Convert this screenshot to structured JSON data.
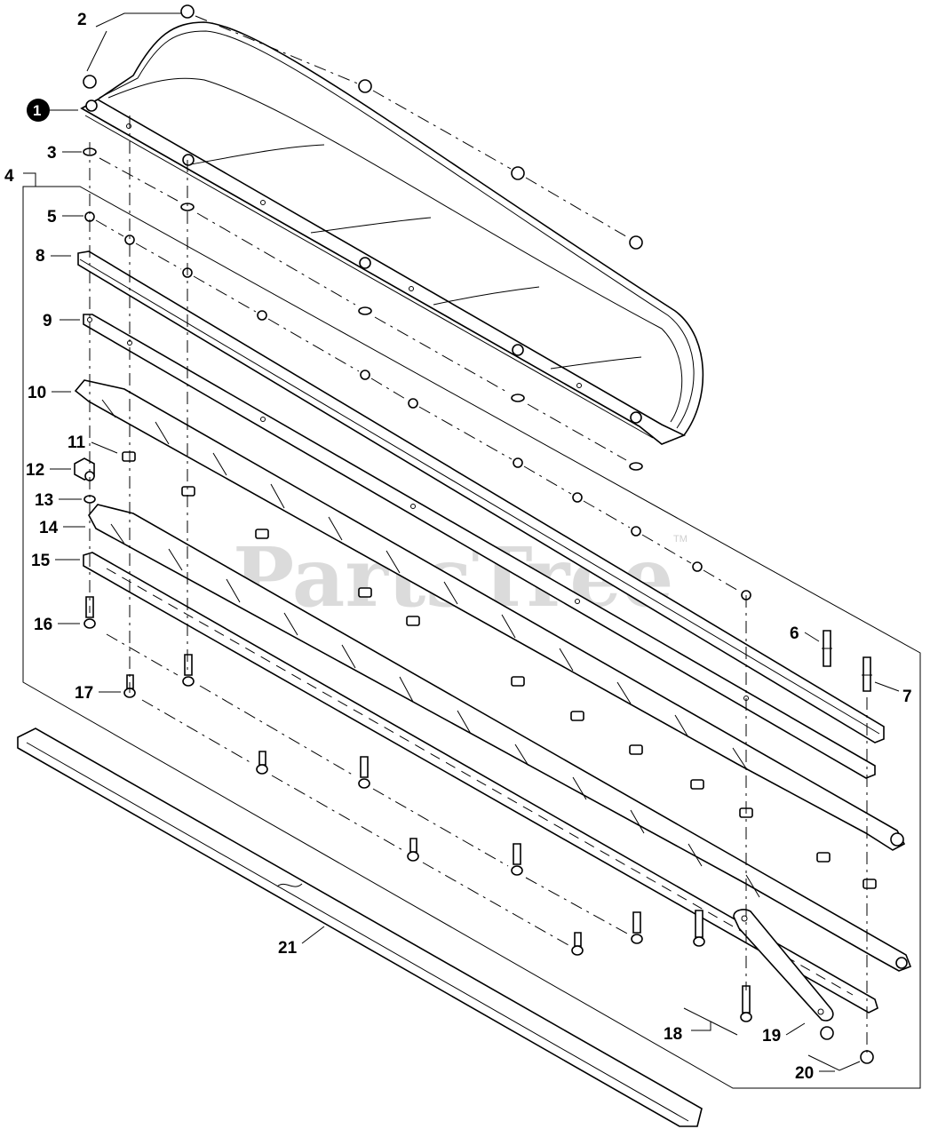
{
  "watermark": {
    "brand": "PartsTree",
    "trademark": "TM"
  },
  "callouts": [
    {
      "id": "c1",
      "label": "1"
    },
    {
      "id": "c2",
      "label": "2"
    },
    {
      "id": "c3",
      "label": "3"
    },
    {
      "id": "c4",
      "label": "4"
    },
    {
      "id": "c5",
      "label": "5"
    },
    {
      "id": "c6",
      "label": "6"
    },
    {
      "id": "c7",
      "label": "7"
    },
    {
      "id": "c8",
      "label": "8"
    },
    {
      "id": "c9",
      "label": "9"
    },
    {
      "id": "c10",
      "label": "10"
    },
    {
      "id": "c11",
      "label": "11"
    },
    {
      "id": "c12",
      "label": "12"
    },
    {
      "id": "c13",
      "label": "13"
    },
    {
      "id": "c14",
      "label": "14"
    },
    {
      "id": "c15",
      "label": "15"
    },
    {
      "id": "c16",
      "label": "16"
    },
    {
      "id": "c17",
      "label": "17"
    },
    {
      "id": "c18",
      "label": "18"
    },
    {
      "id": "c19",
      "label": "19"
    },
    {
      "id": "c20",
      "label": "20"
    },
    {
      "id": "c21",
      "label": "21"
    }
  ]
}
